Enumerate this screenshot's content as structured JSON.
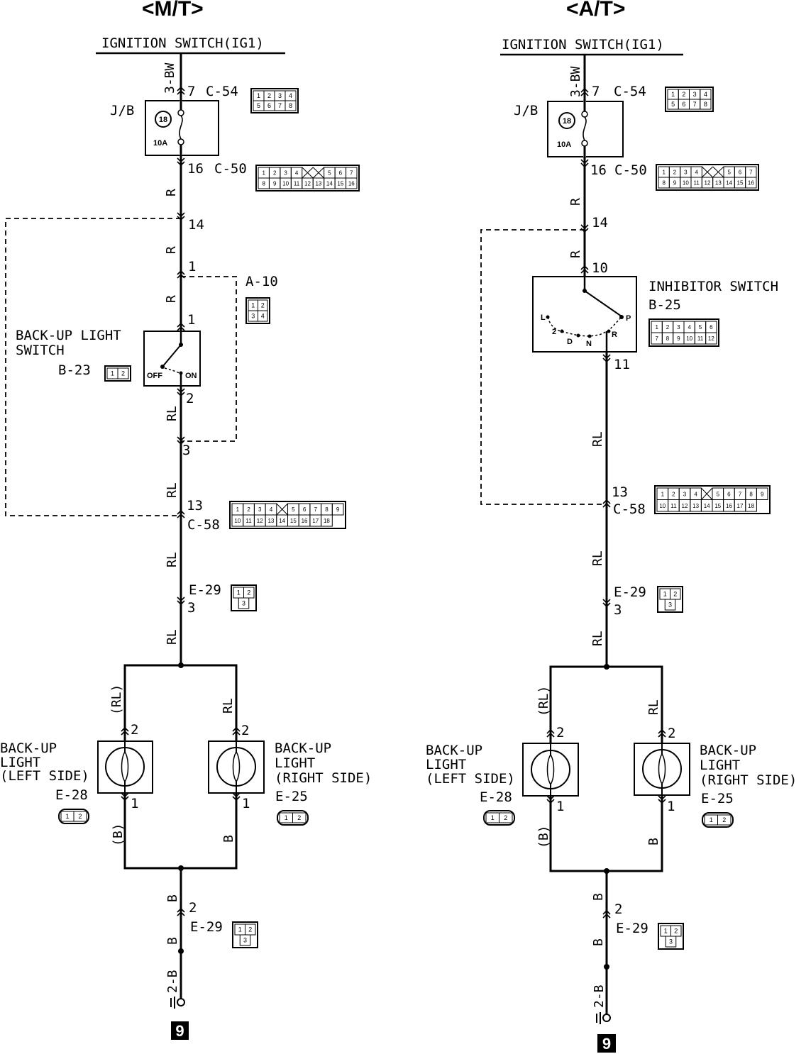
{
  "mt": {
    "title": "<M/T>",
    "ignition": "IGNITION SWITCH(IG1)",
    "wire_3bw": "3-BW",
    "c54_pin": "7",
    "c54": "C-54",
    "jb": "J/B",
    "fuse_no": "18",
    "fuse_amp": "10A",
    "c50_pin": "16",
    "c50": "C-50",
    "w_r1": "R",
    "pin14": "14",
    "w_r2": "R",
    "pin1a": "1",
    "a10": "A-10",
    "w_r3": "R",
    "pin1b": "1",
    "switch_label1": "BACK-UP LIGHT",
    "switch_label2": "SWITCH",
    "b23": "B-23",
    "off": "OFF",
    "on": "ON",
    "pin2": "2",
    "w_rl1": "RL",
    "pin3a": "3",
    "w_rl2": "RL",
    "pin13": "13",
    "c58": "C-58",
    "w_rl3": "RL",
    "e29a": "E-29",
    "pin3b": "3",
    "w_rl4": "RL",
    "w_rl_left": "(RL)",
    "w_rl_right": "RL",
    "pin2_left": "2",
    "pin2_right": "2",
    "pin1_left": "1",
    "pin1_right": "1",
    "left_label1": "BACK-UP",
    "left_label2": "LIGHT",
    "left_label3": "(LEFT SIDE)",
    "e28": "E-28",
    "right_label1": "BACK-UP",
    "right_label2": "LIGHT",
    "right_label3": "(RIGHT SIDE)",
    "e25": "E-25",
    "w_b_left": "(B)",
    "w_b_right": "B",
    "w_b1": "B",
    "pin2_gnd": "2",
    "e29b": "E-29",
    "w_b2": "B",
    "w_2b": "2-B",
    "ground": "9"
  },
  "at": {
    "title": "<A/T>",
    "ignition": "IGNITION SWITCH(IG1)",
    "wire_3bw": "3-BW",
    "c54_pin": "7",
    "c54": "C-54",
    "jb": "J/B",
    "fuse_no": "18",
    "fuse_amp": "10A",
    "c50_pin": "16",
    "c50": "C-50",
    "w_r1": "R",
    "pin14": "14",
    "w_r2": "R",
    "pin10": "10",
    "inhibitor1": "INHIBITOR SWITCH",
    "b25": "B-25",
    "pos_l": "L",
    "pos_2": "2",
    "pos_d": "D",
    "pos_n": "N",
    "pos_r": "R",
    "pos_p": "P",
    "pin11": "11",
    "w_rl1": "RL",
    "pin13": "13",
    "c58": "C-58",
    "w_rl2": "RL",
    "e29a": "E-29",
    "pin3": "3",
    "w_rl3": "RL",
    "w_rl_left": "(RL)",
    "w_rl_right": "RL",
    "pin2_left": "2",
    "pin2_right": "2",
    "pin1_left": "1",
    "pin1_right": "1",
    "left_label1": "BACK-UP",
    "left_label2": "LIGHT",
    "left_label3": "(LEFT SIDE)",
    "e28": "E-28",
    "right_label1": "BACK-UP",
    "right_label2": "LIGHT",
    "right_label3": "(RIGHT SIDE)",
    "e25": "E-25",
    "w_b_left": "(B)",
    "w_b_right": "B",
    "w_b1": "B",
    "pin2_gnd": "2",
    "e29b": "E-29",
    "w_b2": "B",
    "w_2b": "2-B",
    "ground": "9"
  },
  "connectors": {
    "c54_pins": [
      "1",
      "2",
      "3",
      "4",
      "5",
      "6",
      "7",
      "8"
    ],
    "c50_pins": [
      "1",
      "2",
      "3",
      "4",
      "5",
      "6",
      "7",
      "8",
      "9",
      "10",
      "11",
      "12",
      "13",
      "14",
      "15",
      "16"
    ],
    "c58_pins": [
      "1",
      "2",
      "3",
      "4",
      "5",
      "6",
      "7",
      "8",
      "9",
      "10",
      "11",
      "12",
      "13",
      "14",
      "15",
      "16",
      "17",
      "18"
    ],
    "a10_pins": [
      "1",
      "2",
      "3",
      "4"
    ],
    "b25_pins": [
      "1",
      "2",
      "3",
      "4",
      "5",
      "6",
      "7",
      "8",
      "9",
      "10",
      "11",
      "12"
    ],
    "two_pins": [
      "1",
      "2"
    ],
    "e29_pins": [
      "1",
      "2",
      "3"
    ]
  }
}
